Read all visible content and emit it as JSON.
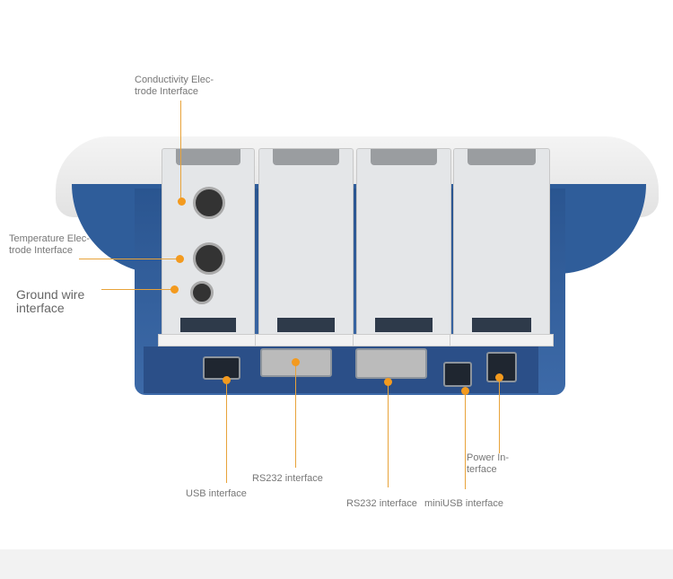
{
  "labels": {
    "conductivity": [
      "Conductivity Elec-",
      "trode Interface"
    ],
    "temperature": [
      "Temperature Elec-",
      "trode Interface"
    ],
    "ground": [
      "Ground wire",
      "interface"
    ],
    "usb": "USB interface",
    "rs232_1": "RS232 interface",
    "rs232_2": "RS232 interface",
    "miniusb": "miniUSB interface",
    "power": [
      "Power In-",
      "terface"
    ]
  },
  "colors": {
    "accent": "#f39a1e",
    "body": "#2f5d9a",
    "module": "#e4e6e8"
  }
}
